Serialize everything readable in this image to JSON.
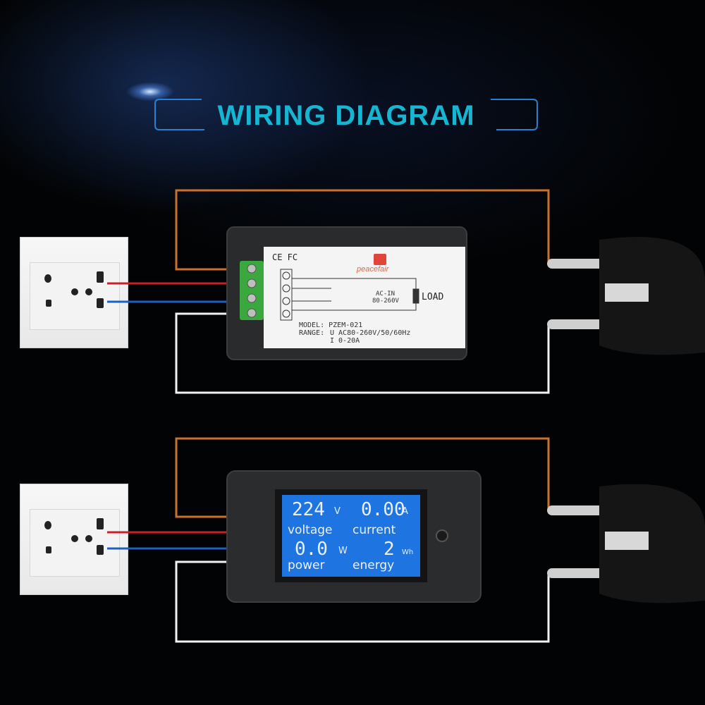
{
  "title": "WIRING DIAGRAM",
  "colors": {
    "title": "#16b6d3",
    "wire_live": "#c8202a",
    "wire_neutral": "#1f5fc0",
    "wire_brown": "#c8702c",
    "wire_white": "#f2f2f2",
    "lcd_background": "#1e74e0"
  },
  "back_label": {
    "cert_marks": "CE FC",
    "brand": "peacefair",
    "ac_in": "AC-IN",
    "ac_range": "80-260V",
    "load": "LOAD",
    "model_line": "MODEL: PZEM-021",
    "range_label": "RANGE:",
    "range_u": "U AC80-260V/50/60Hz",
    "range_i": "I 0-20A"
  },
  "display": {
    "voltage_value": "224",
    "voltage_unit": "V",
    "current_value": "0.00",
    "current_unit": "A",
    "power_value": "0.0",
    "power_unit": "W",
    "energy_value": "2",
    "energy_unit": "Wh",
    "voltage_label": "voltage",
    "current_label": "current",
    "power_label": "power",
    "energy_label": "energy"
  },
  "icons": [
    "wall-socket-icon",
    "power-plug-icon",
    "meter-terminal-block-icon",
    "lcd-button-icon"
  ]
}
